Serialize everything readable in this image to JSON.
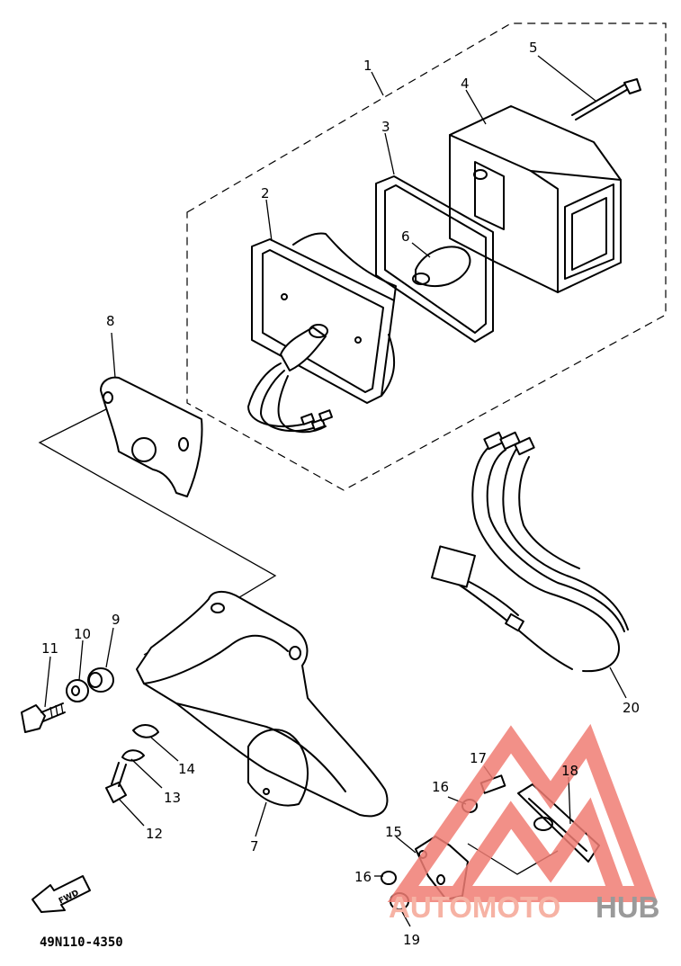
{
  "diagram": {
    "code": "49N110-4350",
    "fwd_label": "FWD",
    "callouts": {
      "c1": "1",
      "c2": "2",
      "c3": "3",
      "c4": "4",
      "c5": "5",
      "c6": "6",
      "c7": "7",
      "c8": "8",
      "c9": "9",
      "c10": "10",
      "c11": "11",
      "c12": "12",
      "c13": "13",
      "c14": "14",
      "c15": "15",
      "c16a": "16",
      "c16b": "16",
      "c17": "17",
      "c18": "18",
      "c19": "19",
      "c20": "20"
    }
  },
  "watermark": {
    "part1": "AUTOMOTO",
    "part2": "HUB",
    "color_part1": "#f6b2a4",
    "color_part2": "#9a9a9a",
    "triangle_color": "#f07d73"
  }
}
